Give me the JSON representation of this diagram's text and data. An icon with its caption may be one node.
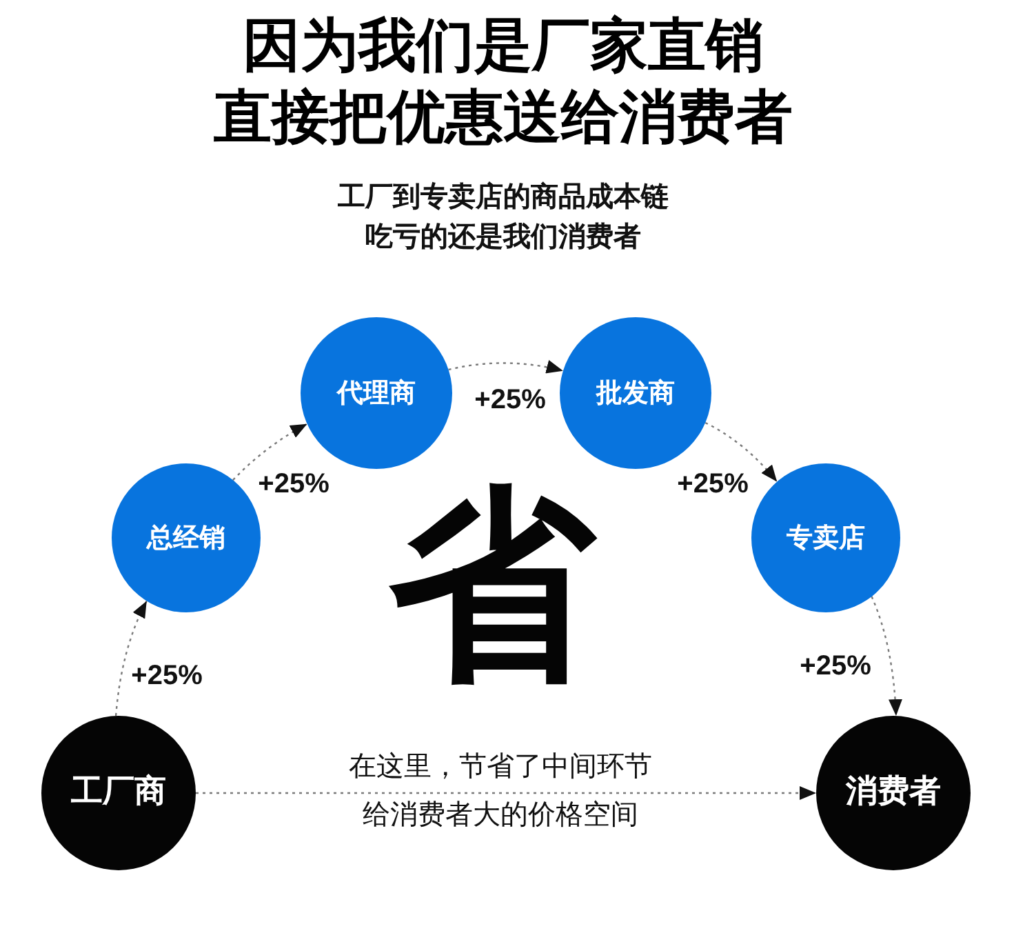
{
  "diagram": {
    "title": "因为我们是厂家直销直接把优惠送给消费者",
    "nodes": [
      {
        "text": [
          "工厂商"
        ]
      },
      {
        "text": [
          "总经销"
        ]
      },
      {
        "text": [
          "代理商"
        ]
      },
      {
        "text": [
          "批发商"
        ]
      },
      {
        "text": [
          "专卖店"
        ]
      },
      {
        "text": [
          "消费者"
        ]
      }
    ],
    "edges": [
      {
        "from": 0,
        "to": 1,
        "arrow": "to",
        "label": "+25%",
        "style": "dashed"
      },
      {
        "from": 1,
        "to": 2,
        "arrow": "to",
        "label": "+25%",
        "style": "dashed"
      },
      {
        "from": 2,
        "to": 3,
        "arrow": "to",
        "label": "+25%",
        "style": "dashed"
      },
      {
        "from": 3,
        "to": 4,
        "arrow": "to",
        "label": "+25%",
        "style": "dashed"
      },
      {
        "from": 4,
        "to": 5,
        "arrow": "to",
        "label": "+25%",
        "style": "dashed"
      },
      {
        "from": 0,
        "to": 5,
        "arrow": "to",
        "style": "dashed"
      }
    ],
    "labels": [
      "工厂到专卖店的商品成本链吃亏的还是我们消费者",
      "省",
      "在这里，节省了中间环节",
      "给消费者大的价格空间"
    ]
  }
}
